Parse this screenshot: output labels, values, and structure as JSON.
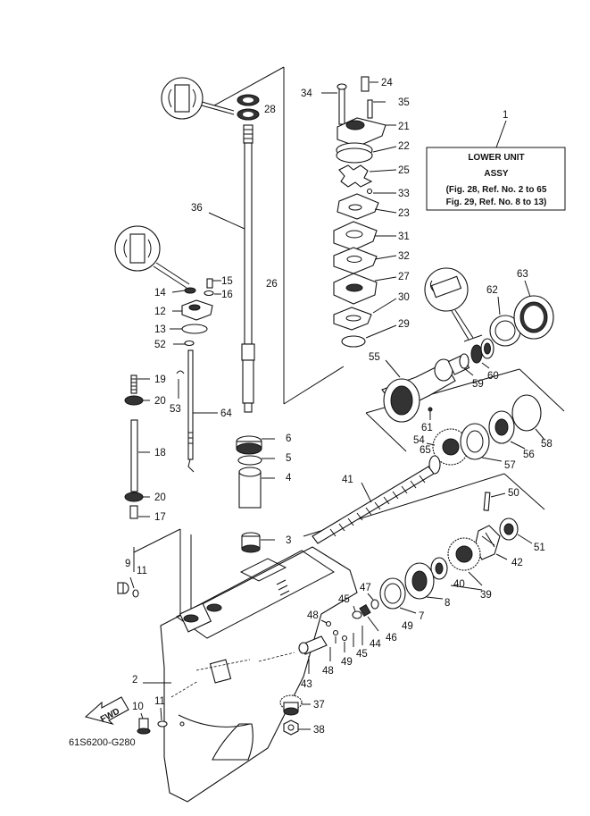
{
  "info_box": {
    "ref": "1",
    "title": "LOWER UNIT",
    "subtitle": "ASSY",
    "line1": "(Fig. 28, Ref. No. 2 to 65",
    "line2": "Fig. 29, Ref. No. 8 to 13)"
  },
  "fwd_label": "FWD",
  "drawing_code": "61S6200-G280",
  "callouts": {
    "c24": "24",
    "c34": "34",
    "c35": "35",
    "c21": "21",
    "c22": "22",
    "c25": "25",
    "c33": "33",
    "c23": "23",
    "c31": "31",
    "c32": "32",
    "c27": "27",
    "c30": "30",
    "c29": "29",
    "c28": "28",
    "c36": "36",
    "c15": "15",
    "c14": "14",
    "c16": "16",
    "c12": "12",
    "c13": "13",
    "c52": "52",
    "c26": "26",
    "c19": "19",
    "c20a": "20",
    "c53": "53",
    "c64": "64",
    "c18": "18",
    "c20b": "20",
    "c17": "17",
    "c6": "6",
    "c5": "5",
    "c4": "4",
    "c3": "3",
    "c9": "9",
    "c11a": "11",
    "c2": "2",
    "c10": "10",
    "c11b": "11",
    "c63": "63",
    "c62": "62",
    "c55": "55",
    "c60": "60",
    "c59": "59",
    "c61": "61",
    "c54": "54",
    "c65": "65",
    "c58": "58",
    "c57": "57",
    "c56": "56",
    "c41": "41",
    "c50": "50",
    "c51": "51",
    "c42": "42",
    "c40": "40",
    "c39": "39",
    "c8": "8",
    "c7": "7",
    "c47": "47",
    "c45a": "45",
    "c48a": "48",
    "c46": "46",
    "c49a": "49",
    "c44": "44",
    "c45b": "45",
    "c49b": "49",
    "c48b": "48",
    "c43": "43",
    "c37": "37",
    "c38": "38"
  }
}
